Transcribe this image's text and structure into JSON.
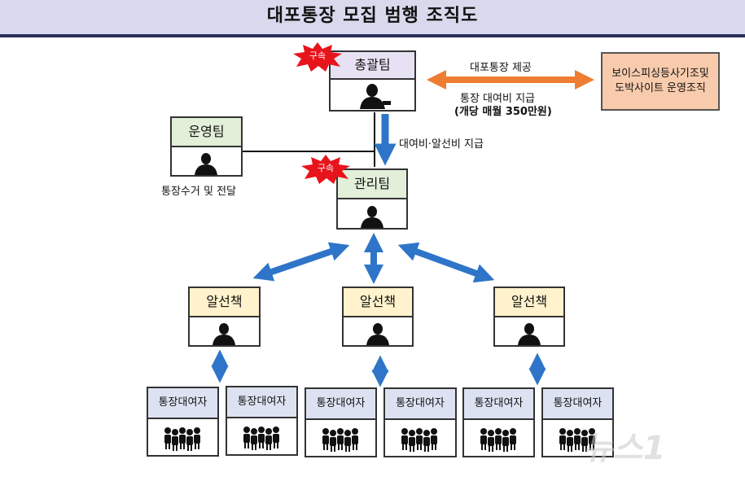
{
  "title": "대포통장 모집 범행 조직도",
  "badges": {
    "arrest": "구속"
  },
  "teams": {
    "general": "총괄팀",
    "operations": "운영팀",
    "management": "관리팀",
    "broker": "알선책",
    "lender": "통장대여자"
  },
  "external_org": {
    "line1": "보이스피싱등사기조및",
    "line2": "도박사이트 운영조직"
  },
  "labels": {
    "provide": "대포통장 제공",
    "payment": "통장 대여비 지급",
    "payment_detail": "(개당 매월 350만원)",
    "fee": "대여비·알선비 지급",
    "collect": "통장수거 및 전달"
  },
  "watermark": "뉴스1",
  "colors": {
    "arrow_blue": "#2e75c9",
    "arrow_orange": "#ed7d31",
    "badge_red": "#e8141c"
  }
}
